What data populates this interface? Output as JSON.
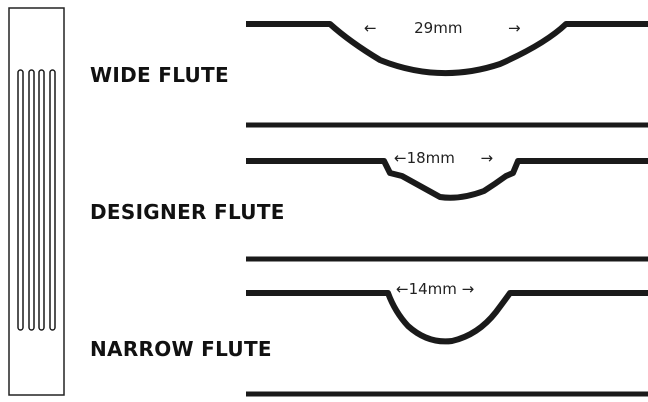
{
  "diagram": {
    "profiles": [
      {
        "name": "WIDE FLUTE",
        "width_label": "29mm",
        "width_mm": 29
      },
      {
        "name": "DESIGNER FLUTE",
        "width_label": "18mm",
        "width_mm": 18
      },
      {
        "name": "NARROW FLUTE",
        "width_label": "14mm",
        "width_mm": 14
      }
    ],
    "arrows": {
      "left": "←",
      "right": "→"
    },
    "colors": {
      "line": "#1a1a1a",
      "background": "#ffffff"
    }
  }
}
